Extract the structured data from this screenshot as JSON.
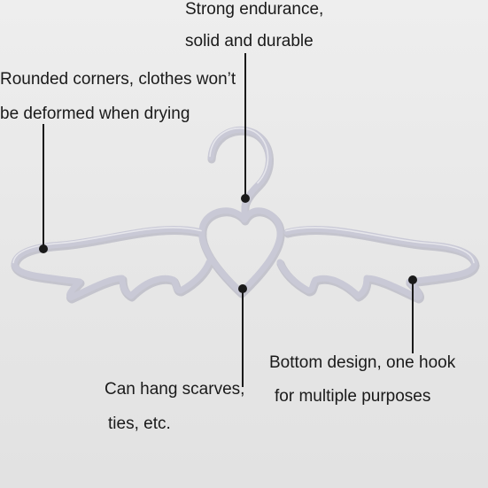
{
  "annotations": {
    "hook": {
      "line1": "Strong endurance,",
      "line2": "solid and durable"
    },
    "corners": {
      "line1": "Rounded corners, clothes won’t",
      "line2": "be deformed when drying"
    },
    "bottom": {
      "line1": "Bottom design, one hook",
      "line2": "for multiple purposes"
    },
    "heart": {
      "line1": "Can hang scarves,",
      "line2": "ties, etc."
    }
  },
  "colors": {
    "hanger": "#c9c9d6",
    "hanger_edge": "#a8a8b8",
    "leader": "#1a1a1a"
  }
}
